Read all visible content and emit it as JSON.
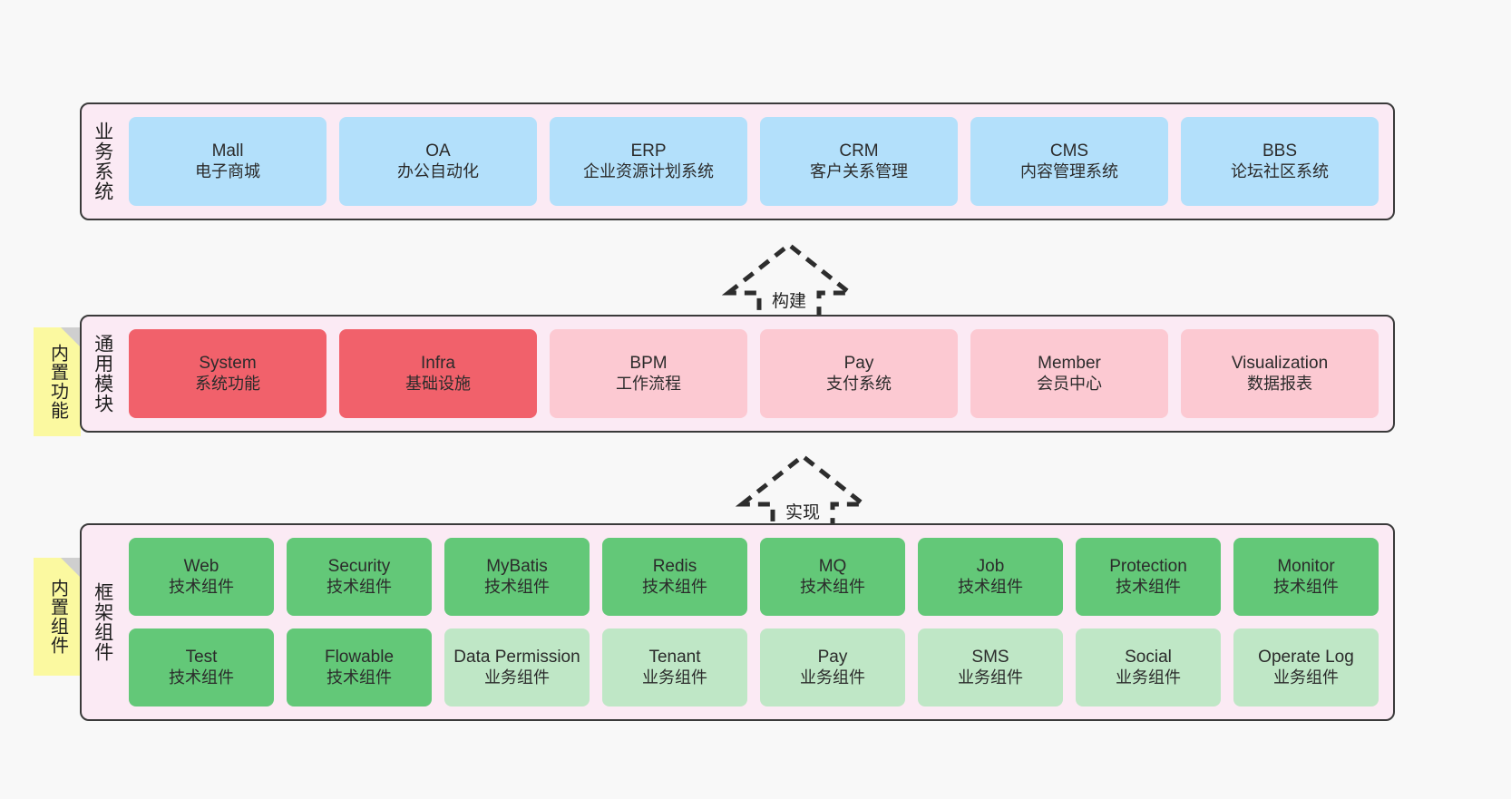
{
  "diagram": {
    "background_color": "#f8f8f8",
    "section_fill": "#fbeaf4",
    "note_fill": "#fbf9a0",
    "colors": {
      "business_blue": "#b3e0fb",
      "module_red": "#f1616b",
      "module_pink": "#fcc9d2",
      "tech_green": "#63c878",
      "biz_green": "#bfe7c6"
    }
  },
  "sections": [
    {
      "id": "business-systems",
      "label": "业务系统",
      "rows": [
        [
          {
            "title": "Mall",
            "sub": "电子商城",
            "color": "blue"
          },
          {
            "title": "OA",
            "sub": "办公自动化",
            "color": "blue"
          },
          {
            "title": "ERP",
            "sub": "企业资源计划系统",
            "color": "blue"
          },
          {
            "title": "CRM",
            "sub": "客户关系管理",
            "color": "blue"
          },
          {
            "title": "CMS",
            "sub": "内容管理系统",
            "color": "blue"
          },
          {
            "title": "BBS",
            "sub": "论坛社区系统",
            "color": "blue"
          }
        ]
      ]
    },
    {
      "id": "common-modules",
      "label": "通用模块",
      "note": "内置功能",
      "rows": [
        [
          {
            "title": "System",
            "sub": "系统功能",
            "color": "red"
          },
          {
            "title": "Infra",
            "sub": "基础设施",
            "color": "red"
          },
          {
            "title": "BPM",
            "sub": "工作流程",
            "color": "pink"
          },
          {
            "title": "Pay",
            "sub": "支付系统",
            "color": "pink"
          },
          {
            "title": "Member",
            "sub": "会员中心",
            "color": "pink"
          },
          {
            "title": "Visualization",
            "sub": "数据报表",
            "color": "pink"
          }
        ]
      ]
    },
    {
      "id": "framework-components",
      "label": "框架组件",
      "note": "内置组件",
      "rows": [
        [
          {
            "title": "Web",
            "sub": "技术组件",
            "color": "green"
          },
          {
            "title": "Security",
            "sub": "技术组件",
            "color": "green"
          },
          {
            "title": "MyBatis",
            "sub": "技术组件",
            "color": "green"
          },
          {
            "title": "Redis",
            "sub": "技术组件",
            "color": "green"
          },
          {
            "title": "MQ",
            "sub": "技术组件",
            "color": "green"
          },
          {
            "title": "Job",
            "sub": "技术组件",
            "color": "green"
          },
          {
            "title": "Protection",
            "sub": "技术组件",
            "color": "green"
          },
          {
            "title": "Monitor",
            "sub": "技术组件",
            "color": "green"
          }
        ],
        [
          {
            "title": "Test",
            "sub": "技术组件",
            "color": "green"
          },
          {
            "title": "Flowable",
            "sub": "技术组件",
            "color": "green"
          },
          {
            "title": "Data Permission",
            "sub": "业务组件",
            "color": "lightgreen"
          },
          {
            "title": "Tenant",
            "sub": "业务组件",
            "color": "lightgreen"
          },
          {
            "title": "Pay",
            "sub": "业务组件",
            "color": "lightgreen"
          },
          {
            "title": "SMS",
            "sub": "业务组件",
            "color": "lightgreen"
          },
          {
            "title": "Social",
            "sub": "业务组件",
            "color": "lightgreen"
          },
          {
            "title": "Operate Log",
            "sub": "业务组件",
            "color": "lightgreen"
          }
        ]
      ]
    }
  ],
  "arrows": [
    {
      "id": "build-arrow",
      "label": "构建",
      "direction": "up"
    },
    {
      "id": "implement-arrow",
      "label": "实现",
      "direction": "up"
    }
  ]
}
